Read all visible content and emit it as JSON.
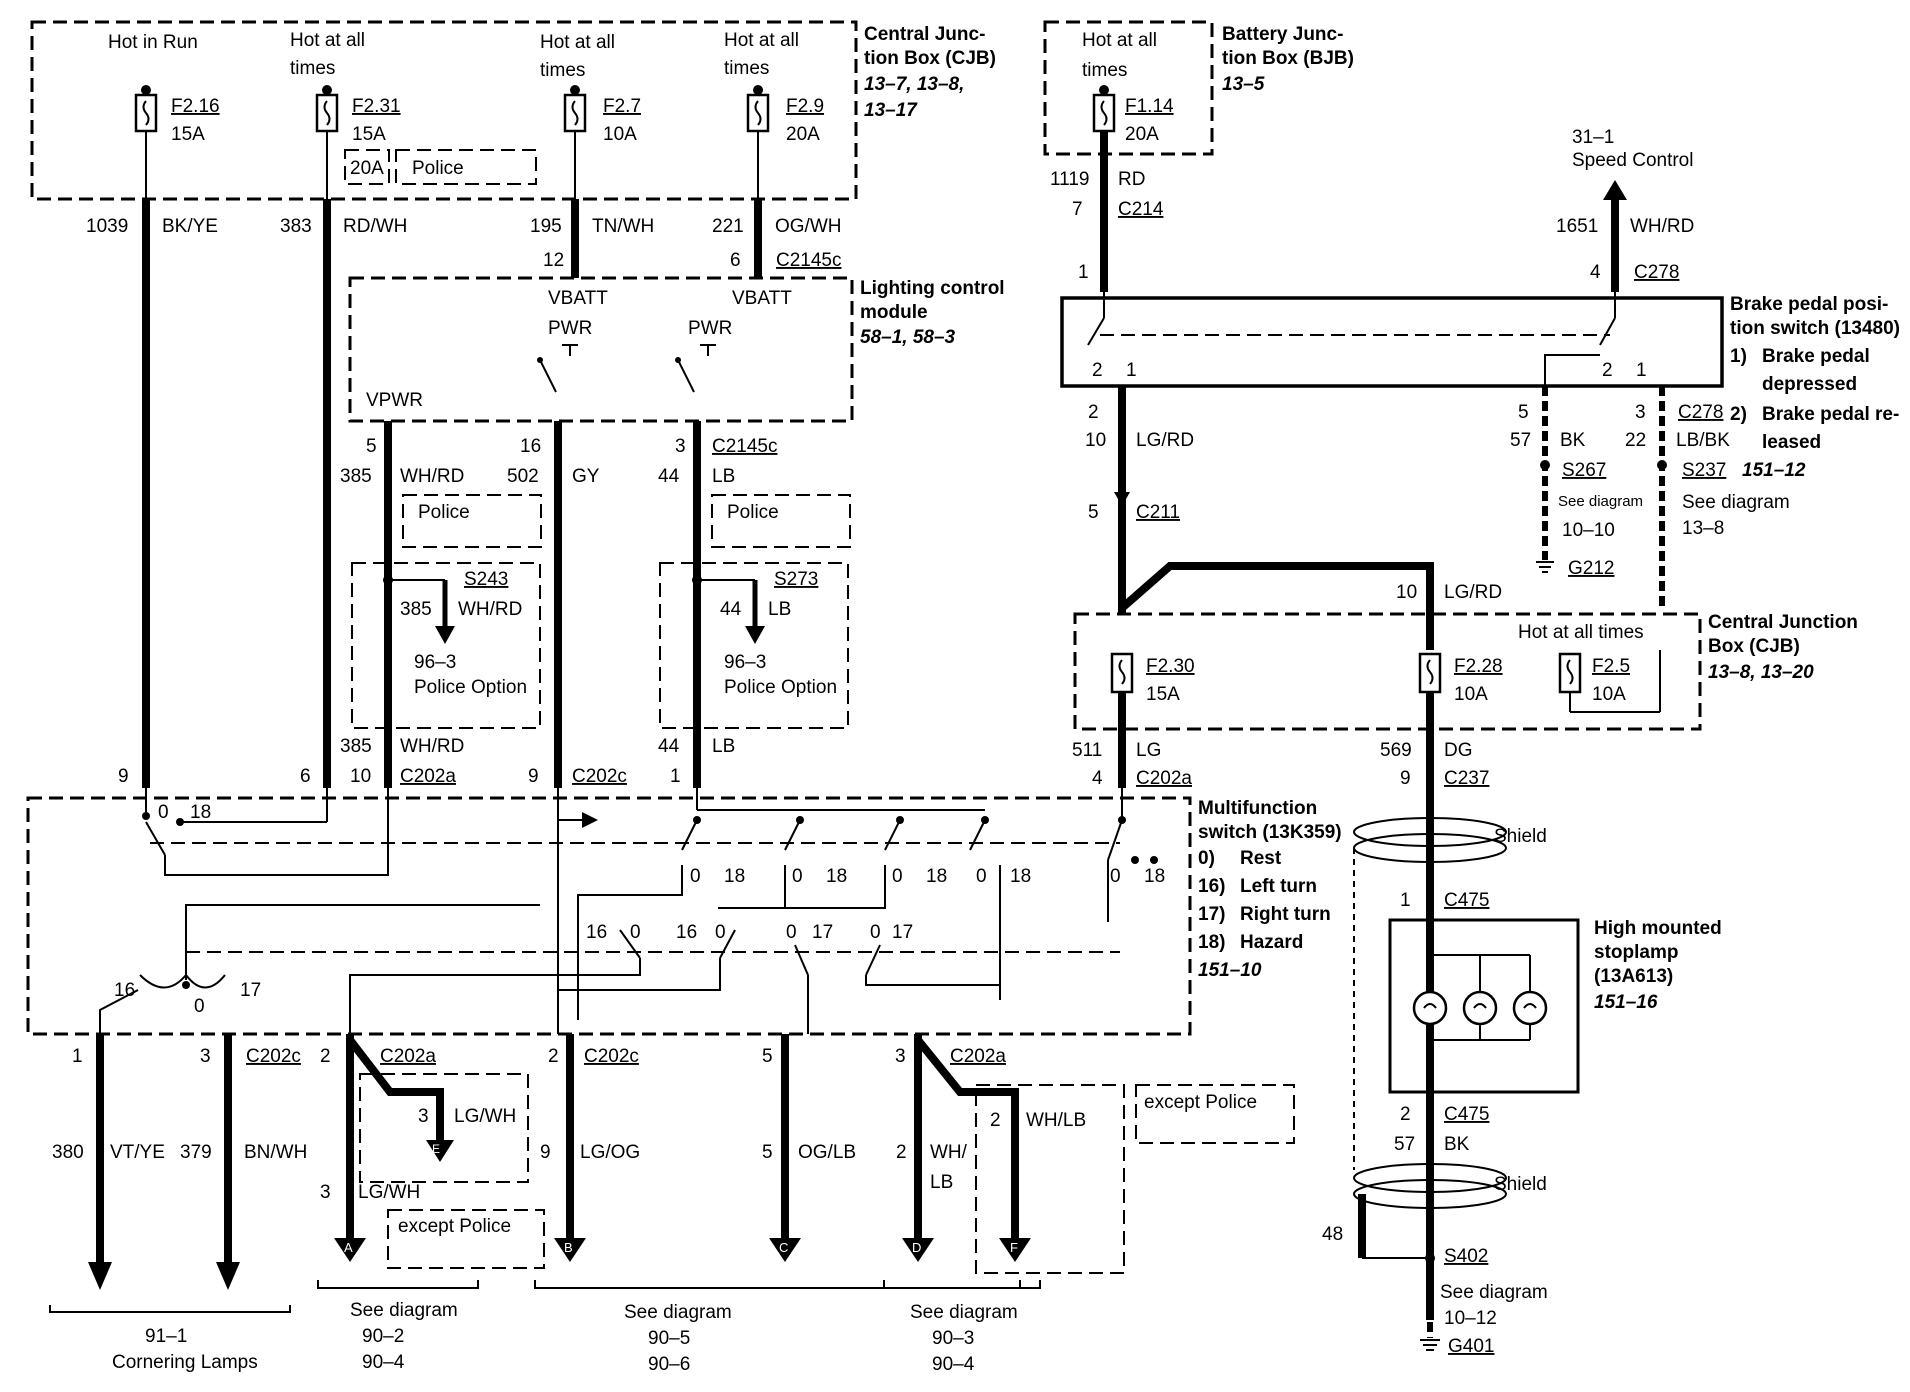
{
  "cjb_top": {
    "title_line1": "Central Junc-",
    "title_line2": "tion Box (CJB)",
    "refs_line1": "13–7, 13–8,",
    "refs_line2": "13–17",
    "hot_in_run": "Hot in Run",
    "hot_all_1a": "Hot at all",
    "hot_all_1b": "times",
    "hot_all_2a": "Hot at all",
    "hot_all_2b": "times",
    "hot_all_3a": "Hot at all",
    "hot_all_3b": "times",
    "fuses": [
      {
        "id": "F2.16",
        "amp": "15A"
      },
      {
        "id": "F2.31",
        "amp": "15A"
      },
      {
        "id": "F2.7",
        "amp": "10A"
      },
      {
        "id": "F2.9",
        "amp": "20A"
      }
    ],
    "police_fuse_amp": "20A",
    "police_label": "Police"
  },
  "bjb": {
    "title_line1": "Battery Junc-",
    "title_line2": "tion Box (BJB)",
    "ref": "13–5",
    "hot_a": "Hot at all",
    "hot_b": "times",
    "fuse_id": "F1.14",
    "fuse_amp": "20A"
  },
  "wires_top": [
    {
      "circuit": "1039",
      "color": "BK/YE"
    },
    {
      "circuit": "383",
      "color": "RD/WH"
    },
    {
      "circuit": "195",
      "color": "TN/WH"
    },
    {
      "circuit": "221",
      "color": "OG/WH"
    }
  ],
  "bjb_wire": {
    "circuit": "1119",
    "color": "RD",
    "pin": "7",
    "connector": "C214"
  },
  "speed_control": {
    "ref": "31–1",
    "label": "Speed Control",
    "circuit": "1651",
    "color": "WH/RD"
  },
  "lcm": {
    "title_line1": "Lighting control",
    "title_line2": "module",
    "refs": "58–1, 58–3",
    "pin12": "12",
    "pin6": "6",
    "connector": "C2145c",
    "vbatt1": "VBATT",
    "vbatt2": "VBATT",
    "pwr1": "PWR",
    "pwr2": "PWR",
    "vpwr": "VPWR",
    "pin5": "5",
    "pin16": "16",
    "pin3": "3",
    "connector2": "C2145c"
  },
  "lcm_out": [
    {
      "circuit": "385",
      "color": "WH/RD"
    },
    {
      "circuit": "502",
      "color": "GY"
    },
    {
      "circuit": "44",
      "color": "LB"
    }
  ],
  "police1": "Police",
  "police2": "Police",
  "s243": {
    "splice": "S243",
    "circuit": "385",
    "color": "WH/RD",
    "ref": "96–3",
    "label": "Police Option"
  },
  "s273": {
    "splice": "S273",
    "circuit": "44",
    "color": "LB",
    "ref": "96–3",
    "label": "Police Option"
  },
  "bottom_c202": {
    "c385": "385",
    "c385_color": "WH/RD",
    "c44": "44",
    "c44_color": "LB",
    "pin9": "9",
    "pin6": "6",
    "pin10": "10",
    "c202a": "C202a",
    "pin9b": "9",
    "c202c": "C202c",
    "pin1": "1"
  },
  "brake_switch": {
    "title_line1": "Brake pedal posi-",
    "title_line2": "tion switch (13480)",
    "opt1_num": "1)",
    "opt1_a": "Brake pedal",
    "opt1_b": "depressed",
    "opt2_num": "2)",
    "opt2_a": "Brake pedal re-",
    "opt2_b": "leased",
    "pin1": "1",
    "pin4": "4",
    "c278": "C278",
    "left_pin2": "2",
    "left_pin1": "1",
    "right_pin2": "2",
    "right_pin1": "1"
  },
  "brake_out": {
    "pin2": "2",
    "circuit10": "10",
    "color_lgrd": "LG/RD",
    "pin5": "5",
    "pin3": "3",
    "c278": "C278",
    "c57": "57",
    "bk": "BK",
    "c22": "22",
    "lbbk": "LB/BK",
    "s267": "S267",
    "see_diagram_small": "See diagram",
    "ref_1010": "10–10",
    "g212": "G212",
    "s237": "S237",
    "s237_ref": "151–12",
    "see_diagram": "See diagram",
    "ref_138": "13–8",
    "pin5b": "5",
    "c211": "C211",
    "c10": "10",
    "lgrd2": "LG/RD"
  },
  "cjb_mid": {
    "title_line1": "Central Junction",
    "title_line2": "Box (CJB)",
    "refs": "13–8, 13–20",
    "hot": "Hot at all times",
    "fuses": [
      {
        "id": "F2.30",
        "amp": "15A"
      },
      {
        "id": "F2.28",
        "amp": "10A"
      },
      {
        "id": "F2.5",
        "amp": "10A"
      }
    ],
    "c511": "511",
    "lg": "LG",
    "pin4": "4",
    "c202a": "C202a",
    "c569": "569",
    "dg": "DG",
    "pin9": "9",
    "c237": "C237"
  },
  "mfs": {
    "title_line1": "Multifunction",
    "title_line2": "switch (13K359)",
    "opt0": "0)",
    "opt0_label": "Rest",
    "opt16": "16)",
    "opt16_label": "Left turn",
    "opt17": "17)",
    "opt17_label": "Right turn",
    "opt18": "18)",
    "opt18_label": "Hazard",
    "ref": "151–10",
    "pos0": "0",
    "pos16": "16",
    "pos17": "17",
    "pos18": "18"
  },
  "outputs": {
    "pin1": "1",
    "pin3": "3",
    "c202c": "C202c",
    "c380": "380",
    "vtye": "VT/YE",
    "c379": "379",
    "bnwh": "BN/WH",
    "pin2": "2",
    "c202a": "C202a",
    "pin3b": "3",
    "lgwh": "LG/WH",
    "pin3c": "3",
    "lgwh2": "LG/WH",
    "except_police": "except Police",
    "pin2b": "2",
    "c202c2": "C202c",
    "pin9": "9",
    "lgog": "LG/OG",
    "pin5": "5",
    "pin5b": "5",
    "oglb": "OG/LB",
    "pin3d": "3",
    "c202a2": "C202a",
    "pin2c": "2",
    "whslash": "WH/",
    "lb": "LB",
    "pin2d": "2",
    "whlb": "WH/LB",
    "except_police2": "except Police",
    "arrows": [
      "A",
      "B",
      "C",
      "D",
      "E",
      "F"
    ]
  },
  "footer": {
    "g1_ref": "91–1",
    "g1_label": "Cornering Lamps",
    "g2_see": "See diagram",
    "g2_ref1": "90–2",
    "g2_ref2": "90–4",
    "g3_see": "See diagram",
    "g3_ref1": "90–5",
    "g3_ref2": "90–6",
    "g4_see": "See diagram",
    "g4_ref1": "90–3",
    "g4_ref2": "90–4"
  },
  "stoplamp": {
    "shield1": "Shield",
    "pin1": "1",
    "c475": "C475",
    "title_line1": "High mounted",
    "title_line2": "stoplamp",
    "title_line3": "(13A613)",
    "ref": "151–16",
    "pin2": "2",
    "c475b": "C475",
    "c57": "57",
    "bk": "BK",
    "shield2": "Shield",
    "c48": "48",
    "s402": "S402",
    "see": "See diagram",
    "ref2": "10–12",
    "g401": "G401"
  }
}
